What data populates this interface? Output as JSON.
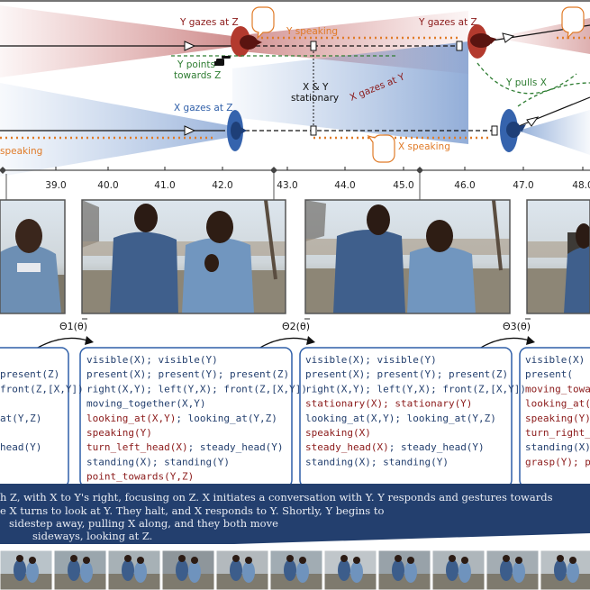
{
  "timeline": {
    "labels": {
      "y_gazes_at_z_1": "Y gazes at Z",
      "y_gazes_at_z_2": "Y gazes at Z",
      "y_speaking": "Y speaking",
      "y_points_line1": "Y points",
      "y_points_line2": "towards Z",
      "xy_stationary_line1": "X & Y",
      "xy_stationary_line2": "stationary",
      "x_gazes_at_y": "X gazes at Y",
      "x_gazes_at_z": "X gazes at Z",
      "x_speaking_left": "speaking",
      "x_speaking_right": "X speaking",
      "y_pulls_x": "Y pulls X"
    },
    "ticks": [
      "39.0",
      "40.0",
      "41.0",
      "42.0",
      "43.0",
      "44.0",
      "45.0",
      "46.0",
      "47.0",
      "48.0"
    ]
  },
  "transitions": [
    {
      "theta": "Θ1",
      "arg": "θ"
    },
    {
      "theta": "Θ2",
      "arg": "θ"
    },
    {
      "theta": "Θ3",
      "arg": "θ"
    }
  ],
  "boxes": [
    {
      "lines": [
        {
          "t": "",
          "c": "n"
        },
        {
          "t": "present(Z)",
          "c": "n"
        },
        {
          "t": "front(Z,[X,Y])",
          "c": "n"
        },
        {
          "t": "",
          "c": "n"
        },
        {
          "t": "at(Y,Z)",
          "c": "n"
        },
        {
          "t": "",
          "c": "n"
        },
        {
          "t": "head(Y)",
          "c": "n"
        }
      ]
    },
    {
      "lines": [
        {
          "t": "visible(X); visible(Y)",
          "c": "n"
        },
        {
          "t": "present(X); present(Y); present(Z)",
          "c": "n"
        },
        {
          "t": "right(X,Y); left(Y,X); front(Z,[X,Y])",
          "c": "n"
        },
        {
          "t": "moving_together(X,Y)",
          "c": "n"
        },
        {
          "t": "looking_at(X,Y); looking_at(Y,Z)",
          "c": "mix1"
        },
        {
          "t": "speaking(Y)",
          "c": "r"
        },
        {
          "t": "turn_left_head(X); steady_head(Y)",
          "c": "mix2"
        },
        {
          "t": "standing(X); standing(Y)",
          "c": "n"
        },
        {
          "t": "point_towards(Y,Z)",
          "c": "r"
        }
      ]
    },
    {
      "lines": [
        {
          "t": "visible(X); visible(Y)",
          "c": "n"
        },
        {
          "t": "present(X); present(Y); present(Z)",
          "c": "n"
        },
        {
          "t": "right(X,Y); left(Y,X); front(Z,[X,Y])",
          "c": "n"
        },
        {
          "t": "stationary(X); stationary(Y)",
          "c": "r"
        },
        {
          "t": "looking_at(X,Y); looking_at(Y,Z)",
          "c": "n"
        },
        {
          "t": "speaking(X)",
          "c": "r"
        },
        {
          "t": "steady_head(X); steady_head(Y)",
          "c": "mix2"
        },
        {
          "t": "standing(X); standing(Y)",
          "c": "n"
        }
      ]
    },
    {
      "lines": [
        {
          "t": "visible(X)",
          "c": "n"
        },
        {
          "t": "present(",
          "c": "n"
        },
        {
          "t": "moving_towar",
          "c": "r"
        },
        {
          "t": "looking_at(",
          "c": "r"
        },
        {
          "t": "speaking(Y)",
          "c": "r"
        },
        {
          "t": "turn_right_h",
          "c": "r"
        },
        {
          "t": "standing(X)",
          "c": "n"
        },
        {
          "t": "grasp(Y); pu",
          "c": "r"
        }
      ]
    }
  ],
  "caption": {
    "line1": "h Z, with X to Y's right, focusing on Z. X initiates a conversation with Y. Y responds and gestures towards",
    "line2": "e X turns to look at Y. They halt, and X responds to Y. Shortly, Y begins to",
    "line3": "sidestep away, pulling X along, and they both move",
    "line4": "sideways, looking at Z."
  },
  "colors": {
    "red": "#8b1a1a",
    "orange": "#e07b28",
    "green": "#2e7d32",
    "blue": "#2f5fa8",
    "navy": "#233f6e",
    "box_border": "#2f5fa8"
  }
}
